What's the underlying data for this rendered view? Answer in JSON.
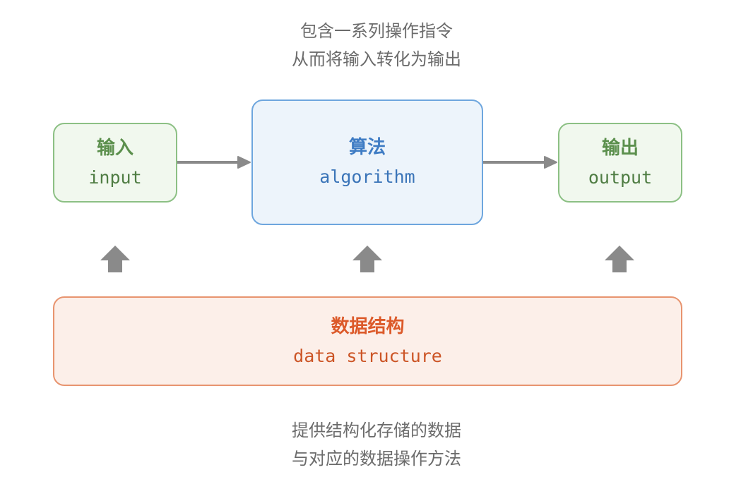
{
  "caption_top": {
    "line1": "包含一系列操作指令",
    "line2": "从而将输入转化为输出"
  },
  "nodes": {
    "input": {
      "title": "输入",
      "subtitle": "input"
    },
    "algorithm": {
      "title": "算法",
      "subtitle": "algorithm"
    },
    "output": {
      "title": "输出",
      "subtitle": "output"
    },
    "data_structure": {
      "title": "数据结构",
      "subtitle": "data structure"
    }
  },
  "caption_bottom": {
    "line1": "提供结构化存储的数据",
    "line2": "与对应的数据操作方法"
  },
  "colors": {
    "input_output_border": "#8cc084",
    "algorithm_border": "#6ea6de",
    "data_structure_border": "#e8946f",
    "arrow": "#8a8a8a"
  }
}
